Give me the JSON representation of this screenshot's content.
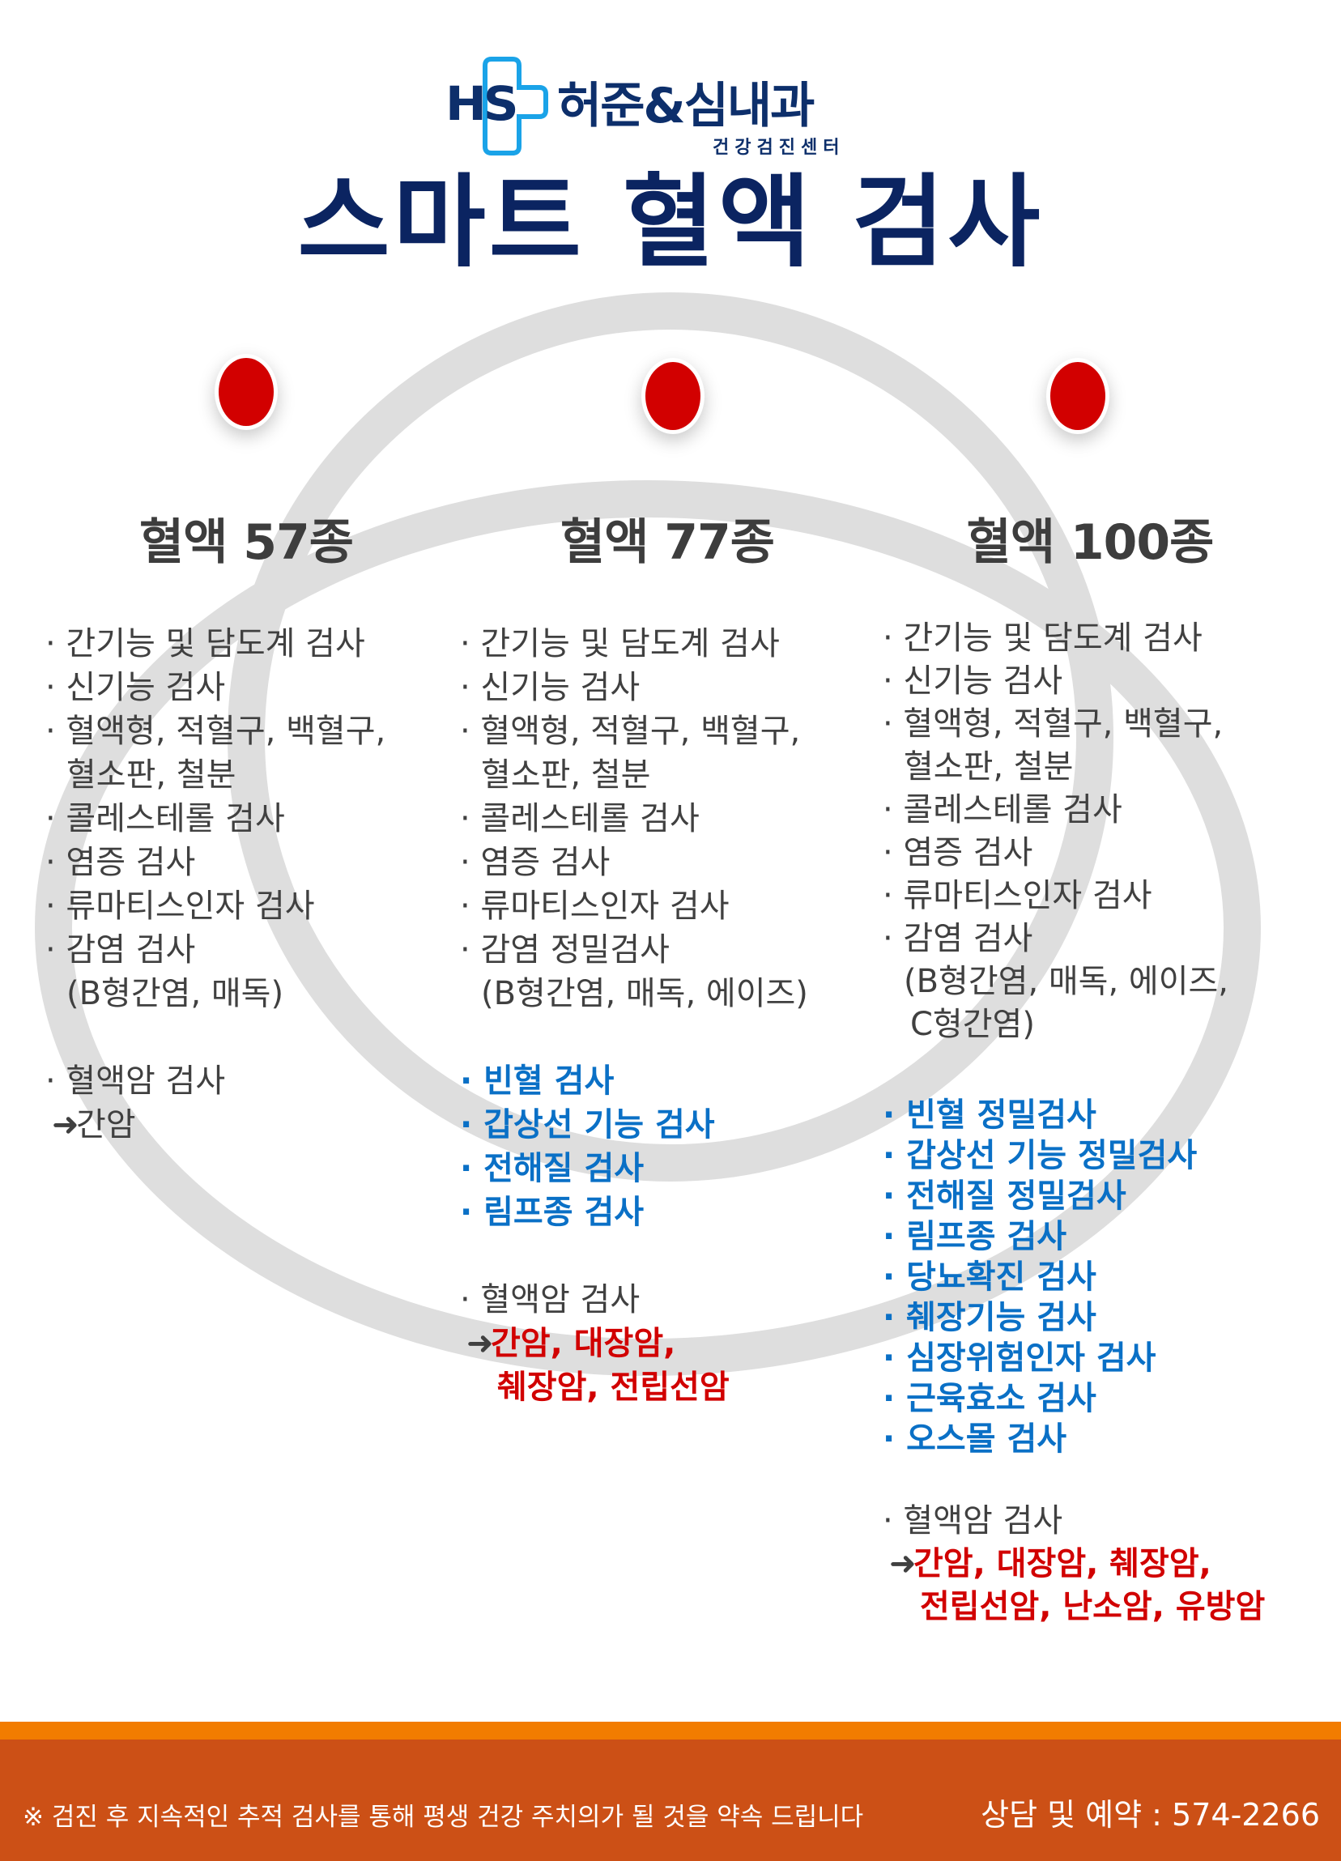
{
  "logo": {
    "mark": "HS",
    "name": "허준&심내과",
    "subtitle": "건강검진센터"
  },
  "title": "스마트 혈액 검사",
  "colors": {
    "navy": "#0d2f6b",
    "title_navy": "#0b2461",
    "logo_cyan": "#1aa3e8",
    "dot_red": "#d20000",
    "text_gray": "#404040",
    "blue": "#0a70c6",
    "red": "#d10000",
    "ring_gray": "#dedede",
    "footer_stripe": "#f27c00",
    "footer_band": "#cc5016"
  },
  "columns": [
    {
      "heading": "혈액 57종",
      "base_items": [
        "· 간기능 및 담도계 검사",
        "· 신기능 검사",
        "· 혈액형, 적혈구, 백혈구,",
        "혈소판, 철분",
        "· 콜레스테롤 검사",
        "· 염증 검사",
        "· 류마티스인자 검사",
        "· 감염 검사",
        "(B형간염, 매독)"
      ],
      "extra_items": [],
      "cancer_label": "· 혈액암 검사",
      "cancer_arrow": "➜",
      "cancer_types": [
        "간암"
      ]
    },
    {
      "heading": "혈액 77종",
      "base_items": [
        "· 간기능 및 담도계 검사",
        "· 신기능 검사",
        "· 혈액형, 적혈구, 백혈구,",
        "혈소판, 철분",
        "· 콜레스테롤 검사",
        "· 염증 검사",
        "· 류마티스인자 검사",
        "· 감염 정밀검사",
        "(B형간염, 매독, 에이즈)"
      ],
      "extra_items": [
        "· 빈혈 검사",
        "· 갑상선 기능 검사",
        "· 전해질 검사",
        "· 림프종 검사"
      ],
      "cancer_label": "· 혈액암 검사",
      "cancer_arrow": "➜",
      "cancer_types": [
        "간암, 대장암,",
        "췌장암, 전립선암"
      ]
    },
    {
      "heading": "혈액 100종",
      "base_items": [
        "· 간기능 및 담도계 검사",
        "· 신기능 검사",
        "· 혈액형, 적혈구, 백혈구,",
        "혈소판, 철분",
        "· 콜레스테롤 검사",
        "· 염증 검사",
        "· 류마티스인자 검사",
        "· 감염 검사",
        "(B형간염, 매독, 에이즈,",
        "C형간염)"
      ],
      "extra_items": [
        "· 빈혈 정밀검사",
        "· 갑상선 기능 정밀검사",
        "· 전해질 정밀검사",
        "· 림프종 검사",
        "· 당뇨확진 검사",
        "· 췌장기능 검사",
        "· 심장위험인자 검사",
        "· 근육효소 검사",
        "· 오스몰 검사"
      ],
      "cancer_label": "· 혈액암 검사",
      "cancer_arrow": "➜",
      "cancer_types": [
        "간암, 대장암, 췌장암,",
        "전립선암, 난소암, 유방암"
      ]
    }
  ],
  "footer": {
    "note": "※ 검진 후 지속적인 추적 검사를 통해 평생 건강 주치의가 될 것을 약속 드립니다",
    "contact": "상담 및 예약 : 574-2266"
  }
}
